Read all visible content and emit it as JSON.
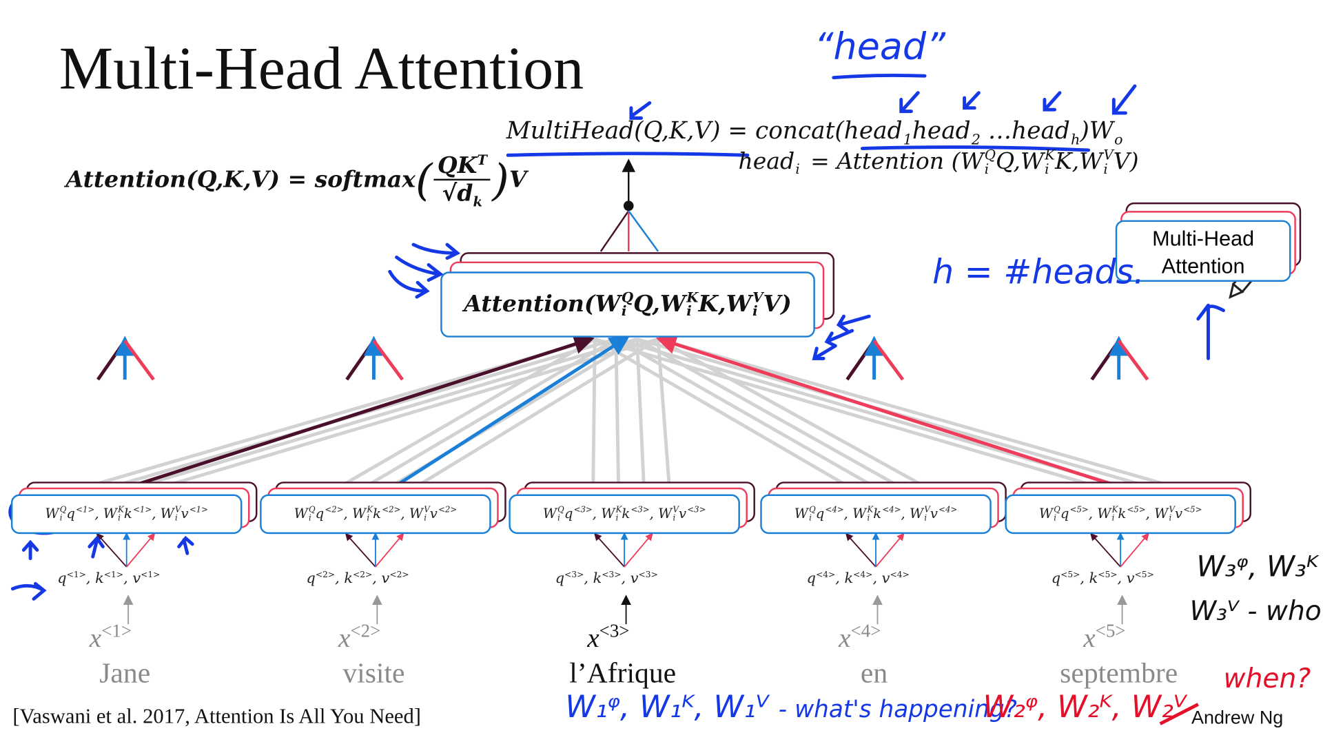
{
  "slide": {
    "title": "Multi-Head Attention",
    "author": "Andrew Ng",
    "citation": "[Vaswani et al. 2017, Attention Is All You Need]"
  },
  "formulas": {
    "multihead": [
      {
        "t": "MultiHead(Q,K,V)"
      },
      {
        "t": " = concat(head"
      },
      {
        "t": "",
        "sub": "1"
      },
      {
        "t": "head"
      },
      {
        "t": "",
        "sub": "2"
      },
      {
        "t": " …head"
      },
      {
        "t": "",
        "sub": "h"
      },
      {
        "t": ")W"
      },
      {
        "t": "",
        "sub": "o"
      }
    ],
    "head_i": [
      {
        "t": "head"
      },
      {
        "t": "",
        "sub": "i"
      },
      {
        "t": " = Attention (W"
      },
      {
        "t": "",
        "sup": "Q",
        "sub": "i"
      },
      {
        "t": "Q,W"
      },
      {
        "t": "",
        "sup": "K",
        "sub": "i"
      },
      {
        "t": "K,W"
      },
      {
        "t": "",
        "sup": "V",
        "sub": "i"
      },
      {
        "t": "V)"
      }
    ],
    "attention_lhs": "Attention(Q,K,V) = softmax",
    "attention_num": "QK",
    "attention_num_sup": "T",
    "attention_den": "√d",
    "attention_den_sub": "k",
    "attention_tail": "V",
    "attention_box": [
      {
        "t": "Attention(W"
      },
      {
        "t": "",
        "sup": "Q",
        "sub": "i"
      },
      {
        "t": "Q,W"
      },
      {
        "t": "",
        "sup": "K",
        "sub": "i"
      },
      {
        "t": "K,W"
      },
      {
        "t": "",
        "sup": "V",
        "sub": "i"
      },
      {
        "t": "V)"
      }
    ]
  },
  "mini_box": {
    "line1": "Multi-Head",
    "line2": "Attention"
  },
  "tokens": [
    {
      "word": "Jane",
      "x": "x",
      "idx": "<1>",
      "cell": [
        {
          "t": "W"
        },
        {
          "t": "",
          "sup": "Q",
          "sub": "i"
        },
        {
          "t": "q"
        },
        {
          "t": "",
          "sup": "<1>"
        },
        {
          "t": ", W"
        },
        {
          "t": "",
          "sup": "K",
          "sub": "i"
        },
        {
          "t": "k"
        },
        {
          "t": "",
          "sup": "<1>"
        },
        {
          "t": ", W"
        },
        {
          "t": "",
          "sup": "V",
          "sub": "i"
        },
        {
          "t": "v"
        },
        {
          "t": "",
          "sup": "<1>"
        }
      ],
      "qkv": [
        "q",
        "<1>",
        ", k",
        "<1>",
        ", v",
        "<1>"
      ]
    },
    {
      "word": "visite",
      "x": "x",
      "idx": "<2>",
      "cell": [
        {
          "t": "W"
        },
        {
          "t": "",
          "sup": "Q",
          "sub": "i"
        },
        {
          "t": "q"
        },
        {
          "t": "",
          "sup": "<2>"
        },
        {
          "t": ", W"
        },
        {
          "t": "",
          "sup": "K",
          "sub": "i"
        },
        {
          "t": "k"
        },
        {
          "t": "",
          "sup": "<2>"
        },
        {
          "t": ", W"
        },
        {
          "t": "",
          "sup": "V",
          "sub": "i"
        },
        {
          "t": "v"
        },
        {
          "t": "",
          "sup": "<2>"
        }
      ],
      "qkv": [
        "q",
        "<2>",
        ", k",
        "<2>",
        ", v",
        "<2>"
      ]
    },
    {
      "word": "l’Afrique",
      "x": "x",
      "idx": "<3>",
      "cell": [
        {
          "t": "W"
        },
        {
          "t": "",
          "sup": "Q",
          "sub": "i"
        },
        {
          "t": "q"
        },
        {
          "t": "",
          "sup": "<3>"
        },
        {
          "t": ", W"
        },
        {
          "t": "",
          "sup": "K",
          "sub": "i"
        },
        {
          "t": "k"
        },
        {
          "t": "",
          "sup": "<3>"
        },
        {
          "t": ", W"
        },
        {
          "t": "",
          "sup": "V",
          "sub": "i"
        },
        {
          "t": "v"
        },
        {
          "t": "",
          "sup": "<3>"
        }
      ],
      "qkv": [
        "q",
        "<3>",
        ", k",
        "<3>",
        ", v",
        "<3>"
      ]
    },
    {
      "word": "en",
      "x": "x",
      "idx": "<4>",
      "cell": [
        {
          "t": "W"
        },
        {
          "t": "",
          "sup": "Q",
          "sub": "i"
        },
        {
          "t": "q"
        },
        {
          "t": "",
          "sup": "<4>"
        },
        {
          "t": ", W"
        },
        {
          "t": "",
          "sup": "K",
          "sub": "i"
        },
        {
          "t": "k"
        },
        {
          "t": "",
          "sup": "<4>"
        },
        {
          "t": ", W"
        },
        {
          "t": "",
          "sup": "V",
          "sub": "i"
        },
        {
          "t": "v"
        },
        {
          "t": "",
          "sup": "<4>"
        }
      ],
      "qkv": [
        "q",
        "<4>",
        ", k",
        "<4>",
        ", v",
        "<4>"
      ]
    },
    {
      "word": "septembre",
      "x": "x",
      "idx": "<5>",
      "cell": [
        {
          "t": "W"
        },
        {
          "t": "",
          "sup": "Q",
          "sub": "i"
        },
        {
          "t": "q"
        },
        {
          "t": "",
          "sup": "<5>"
        },
        {
          "t": ", W"
        },
        {
          "t": "",
          "sup": "K",
          "sub": "i"
        },
        {
          "t": "k"
        },
        {
          "t": "",
          "sup": "<5>"
        },
        {
          "t": ", W"
        },
        {
          "t": "",
          "sup": "V",
          "sub": "i"
        },
        {
          "t": "v"
        },
        {
          "t": "",
          "sup": "<5>"
        }
      ],
      "qkv": [
        "q",
        "<5>",
        ", k",
        "<5>",
        ", v",
        "<5>"
      ]
    }
  ],
  "annotations": {
    "head_label": "“head”",
    "h_heads": "h =  #heads.",
    "w1": "W₁ᵠ, W₁ᴷ, W₁ⱽ",
    "w1_note": "- what's happening?",
    "w2": "W₂ᵠ, W₂ᴷ, W₂ⱽ",
    "w2_note": "when?",
    "w3_line1": "W₃ᵠ, W₃ᴷ",
    "w3_line2": "W₃ⱽ - who?"
  },
  "colors": {
    "blue": "#1a7fd6",
    "red": "#ee3d5a",
    "dark": "#4a0f2a",
    "gray": "#cfcfcf",
    "ink_blue": "#1538e6",
    "ink_red": "#e4102a"
  }
}
